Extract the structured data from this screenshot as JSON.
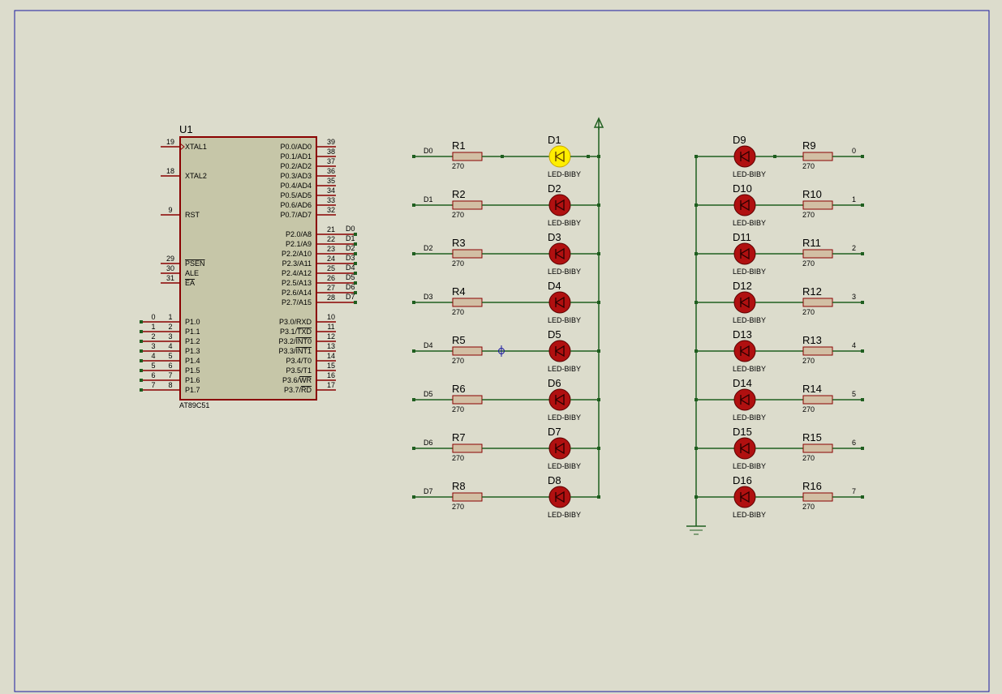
{
  "colors": {
    "background": "#dcdccc",
    "sheet_border": "#1a1aa0",
    "wire": "#1f5e1f",
    "pin": "#8a0000",
    "ic_body": "#c6c6a8",
    "ic_border": "#8a0000",
    "resistor_body": "#d2bfa4",
    "led_off": "#b01010",
    "led_on": "#ffee00",
    "led_body_dark": "#2a0000",
    "junction": "#1f5e1f"
  },
  "mcu": {
    "designator": "U1",
    "part": "AT89C51",
    "left_pins": [
      {
        "num": "19",
        "name": "XTAL1",
        "clock": true
      },
      {
        "num": "18",
        "name": "XTAL2"
      },
      {
        "num": "9",
        "name": "RST"
      },
      {
        "num": "29",
        "name": "PSEN",
        "overline": true
      },
      {
        "num": "30",
        "name": "ALE"
      },
      {
        "num": "31",
        "name": "EA",
        "overline": true
      },
      {
        "num": "1",
        "name": "P1.0",
        "net": "0"
      },
      {
        "num": "2",
        "name": "P1.1",
        "net": "1"
      },
      {
        "num": "3",
        "name": "P1.2",
        "net": "2"
      },
      {
        "num": "4",
        "name": "P1.3",
        "net": "3"
      },
      {
        "num": "5",
        "name": "P1.4",
        "net": "4"
      },
      {
        "num": "6",
        "name": "P1.5",
        "net": "5"
      },
      {
        "num": "7",
        "name": "P1.6",
        "net": "6"
      },
      {
        "num": "8",
        "name": "P1.7",
        "net": "7"
      }
    ],
    "right_pins": [
      {
        "num": "39",
        "name": "P0.0/AD0"
      },
      {
        "num": "38",
        "name": "P0.1/AD1"
      },
      {
        "num": "37",
        "name": "P0.2/AD2"
      },
      {
        "num": "36",
        "name": "P0.3/AD3"
      },
      {
        "num": "35",
        "name": "P0.4/AD4"
      },
      {
        "num": "34",
        "name": "P0.5/AD5"
      },
      {
        "num": "33",
        "name": "P0.6/AD6"
      },
      {
        "num": "32",
        "name": "P0.7/AD7"
      },
      {
        "num": "21",
        "name": "P2.0/A8",
        "net": "D0"
      },
      {
        "num": "22",
        "name": "P2.1/A9",
        "net": "D1"
      },
      {
        "num": "23",
        "name": "P2.2/A10",
        "net": "D2"
      },
      {
        "num": "24",
        "name": "P2.3/A11",
        "net": "D3"
      },
      {
        "num": "25",
        "name": "P2.4/A12",
        "net": "D4"
      },
      {
        "num": "26",
        "name": "P2.5/A13",
        "net": "D5"
      },
      {
        "num": "27",
        "name": "P2.6/A14",
        "net": "D6"
      },
      {
        "num": "28",
        "name": "P2.7/A15",
        "net": "D7"
      },
      {
        "num": "10",
        "name": "P3.0/RXD"
      },
      {
        "num": "11",
        "name": "P3.1/",
        "over": "TXD"
      },
      {
        "num": "12",
        "name": "P3.2/",
        "over": "INT0"
      },
      {
        "num": "13",
        "name": "P3.3/",
        "over": "INT1"
      },
      {
        "num": "14",
        "name": "P3.4/T0"
      },
      {
        "num": "15",
        "name": "P3.5/T1"
      },
      {
        "num": "16",
        "name": "P3.6/",
        "over": "WR"
      },
      {
        "num": "17",
        "name": "P3.7/",
        "over": "RD"
      }
    ]
  },
  "left_bank": {
    "led_part": "LED-BIBY",
    "rows": [
      {
        "net": "D0",
        "res": "R1",
        "value": "270",
        "led": "D1",
        "lit": true
      },
      {
        "net": "D1",
        "res": "R2",
        "value": "270",
        "led": "D2",
        "lit": false
      },
      {
        "net": "D2",
        "res": "R3",
        "value": "270",
        "led": "D3",
        "lit": false
      },
      {
        "net": "D3",
        "res": "R4",
        "value": "270",
        "led": "D4",
        "lit": false
      },
      {
        "net": "D4",
        "res": "R5",
        "value": "270",
        "led": "D5",
        "lit": false
      },
      {
        "net": "D5",
        "res": "R6",
        "value": "270",
        "led": "D6",
        "lit": false
      },
      {
        "net": "D6",
        "res": "R7",
        "value": "270",
        "led": "D7",
        "lit": false
      },
      {
        "net": "D7",
        "res": "R8",
        "value": "270",
        "led": "D8",
        "lit": false
      }
    ]
  },
  "right_bank": {
    "led_part": "LED-BIBY",
    "rows": [
      {
        "net": "0",
        "res": "R9",
        "value": "270",
        "led": "D9",
        "lit": false
      },
      {
        "net": "1",
        "res": "R10",
        "value": "270",
        "led": "D10",
        "lit": false
      },
      {
        "net": "2",
        "res": "R11",
        "value": "270",
        "led": "D11",
        "lit": false
      },
      {
        "net": "3",
        "res": "R12",
        "value": "270",
        "led": "D12",
        "lit": false
      },
      {
        "net": "4",
        "res": "R13",
        "value": "270",
        "led": "D13",
        "lit": false
      },
      {
        "net": "5",
        "res": "R14",
        "value": "270",
        "led": "D14",
        "lit": false
      },
      {
        "net": "6",
        "res": "R15",
        "value": "270",
        "led": "D15",
        "lit": false
      },
      {
        "net": "7",
        "res": "R16",
        "value": "270",
        "led": "D16",
        "lit": false
      }
    ]
  },
  "icons": {
    "power": "power-arrow-icon",
    "ground": "ground-icon",
    "cursor": "crosshair-cursor-icon"
  }
}
